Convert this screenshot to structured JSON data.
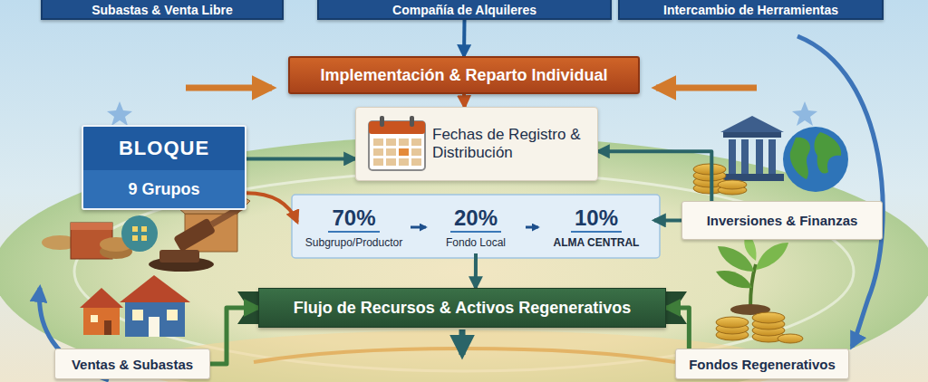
{
  "diagram": {
    "nodes": [
      {
        "text": [
          "Subastas & Venta Libre"
        ]
      },
      {
        "text": [
          "Compañía de Alquileres"
        ]
      },
      {
        "text": [
          "Intercambio de Herramientas"
        ]
      },
      {
        "text": [
          "Implementación & Reparto Individual"
        ]
      },
      {
        "text": [
          "BLOQUE",
          "9 Grupos"
        ]
      },
      {
        "text": [
          "Fechas de Registro & Distribución"
        ]
      },
      {
        "text": [
          "Inversiones & Finanzas"
        ]
      },
      {
        "text": [
          "70%",
          "Subgrupo/Productor"
        ]
      },
      {
        "text": [
          "20%",
          "Fondo Local"
        ]
      },
      {
        "text": [
          "10%",
          "ALMA CENTRAL"
        ]
      },
      {
        "text": [
          "Flujo de Recursos & Activos Regenerativos"
        ]
      },
      {
        "text": [
          "Ventas & Subastas"
        ]
      },
      {
        "text": [
          "Fondos Regenerativos"
        ]
      }
    ],
    "edges": [
      {
        "from": 1,
        "to": 3,
        "arrow": "to"
      },
      {
        "from": 3,
        "to": 5,
        "arrow": "to"
      },
      {
        "from": 4,
        "to": 5,
        "arrow": "to"
      },
      {
        "from": 4,
        "to": 7,
        "arrow": "to"
      },
      {
        "from": 6,
        "to": 5,
        "arrow": "to"
      },
      {
        "from": 6,
        "to": 9,
        "arrow": "to"
      },
      {
        "from": 7,
        "to": 8,
        "arrow": "to"
      },
      {
        "from": 8,
        "to": 9,
        "arrow": "to"
      },
      {
        "from": 8,
        "to": 10,
        "arrow": "to"
      },
      {
        "from": 11,
        "to": 10,
        "arrow": "to"
      },
      {
        "from": 12,
        "to": 10,
        "arrow": "to"
      }
    ]
  }
}
